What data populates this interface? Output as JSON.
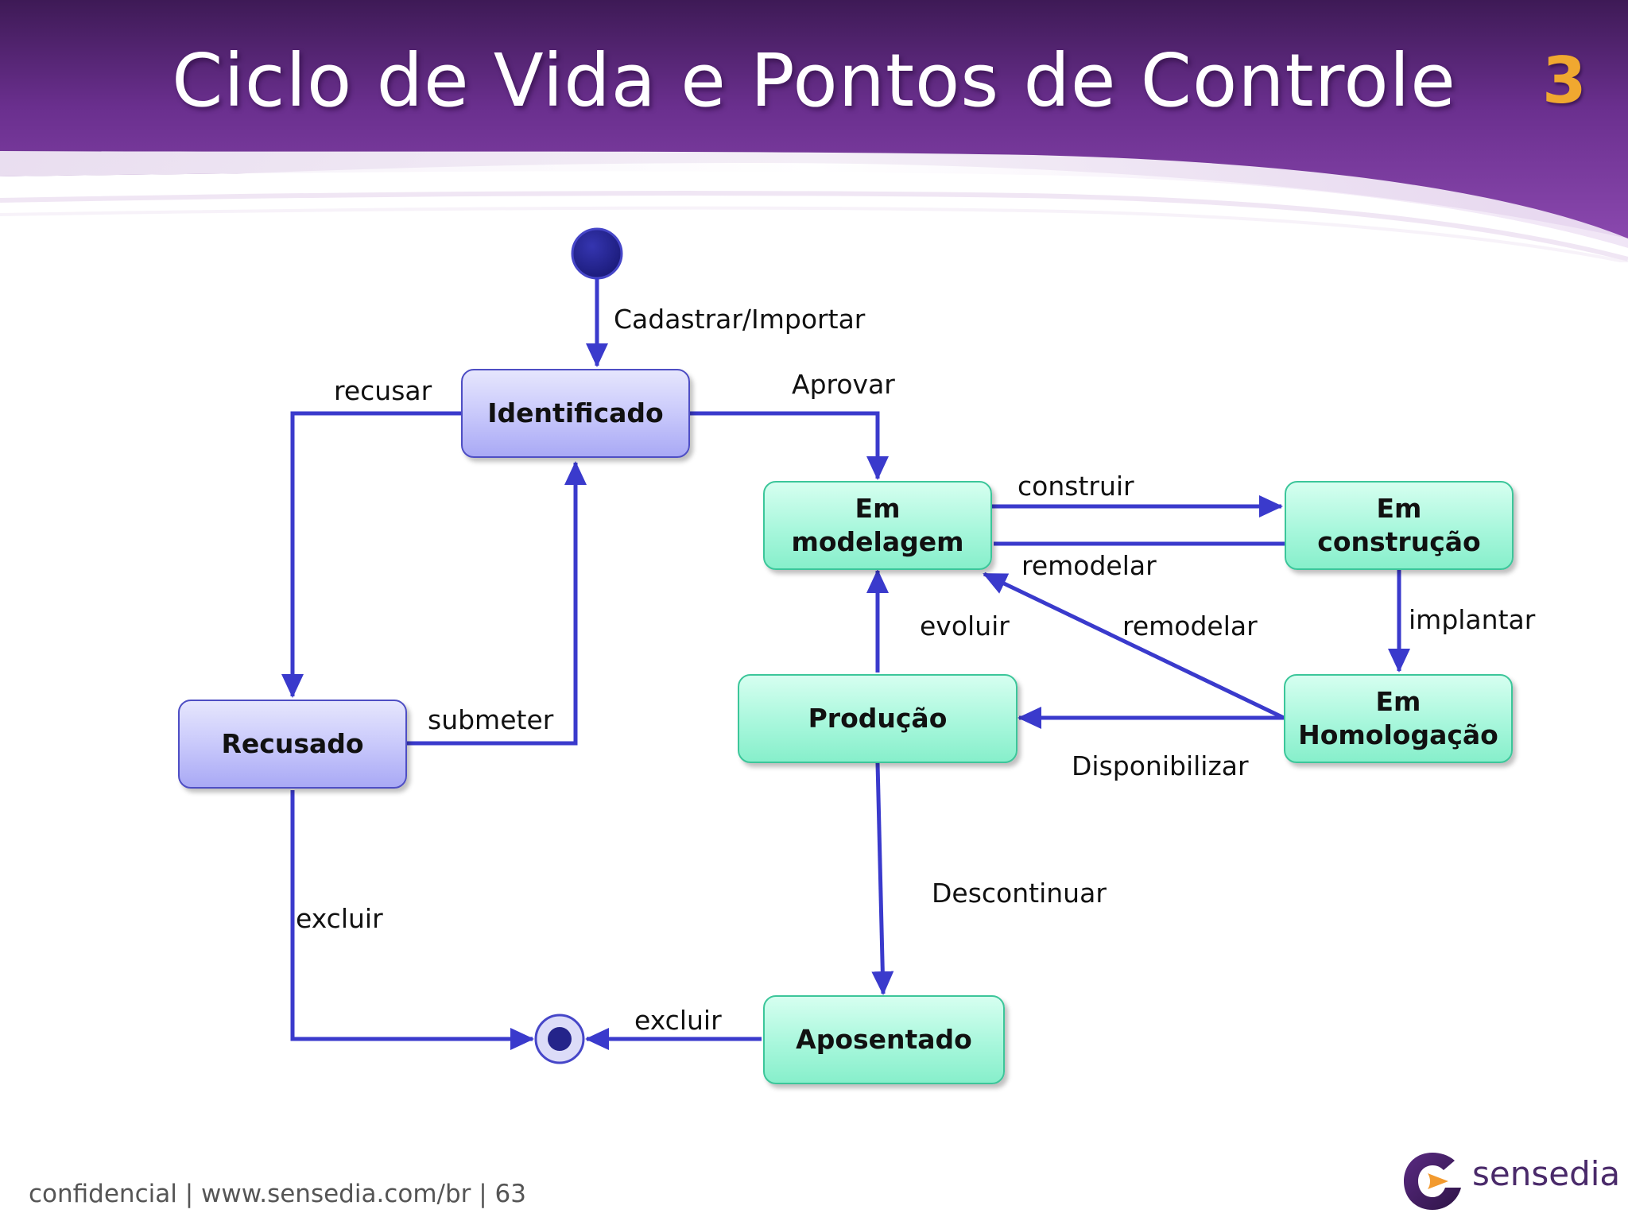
{
  "header": {
    "title": "Ciclo de Vida e Pontos de Controle",
    "slide_number": "3"
  },
  "states": {
    "identificado": "Identificado",
    "recusado": "Recusado",
    "em_modelagem": "Em\nmodelagem",
    "em_construcao": "Em\nconstrução",
    "em_homologacao": "Em\nHomologação",
    "producao": "Produção",
    "aposentado": "Aposentado"
  },
  "transitions": {
    "cadastrar_importar": "Cadastrar/Importar",
    "recusar": "recusar",
    "aprovar": "Aprovar",
    "construir": "construir",
    "remodelar_construcao": "remodelar",
    "remodelar_homologacao": "remodelar",
    "evoluir": "evoluir",
    "implantar": "implantar",
    "submeter": "submeter",
    "disponibilizar": "Disponibilizar",
    "descontinuar": "Descontinuar",
    "excluir_recusado": "excluir",
    "excluir_aposentado": "excluir"
  },
  "footer": {
    "text": "confidencial | www.sensedia.com/br | 63",
    "logo_text": "sensedia"
  },
  "colors": {
    "header_purple": "#7a3a9c",
    "arrow_blue": "#3a3acc",
    "lavender_state": "#c9c9fb",
    "mint_state": "#a8f7dc",
    "slide_number": "#f0a830",
    "initial_node": "#24248a"
  }
}
